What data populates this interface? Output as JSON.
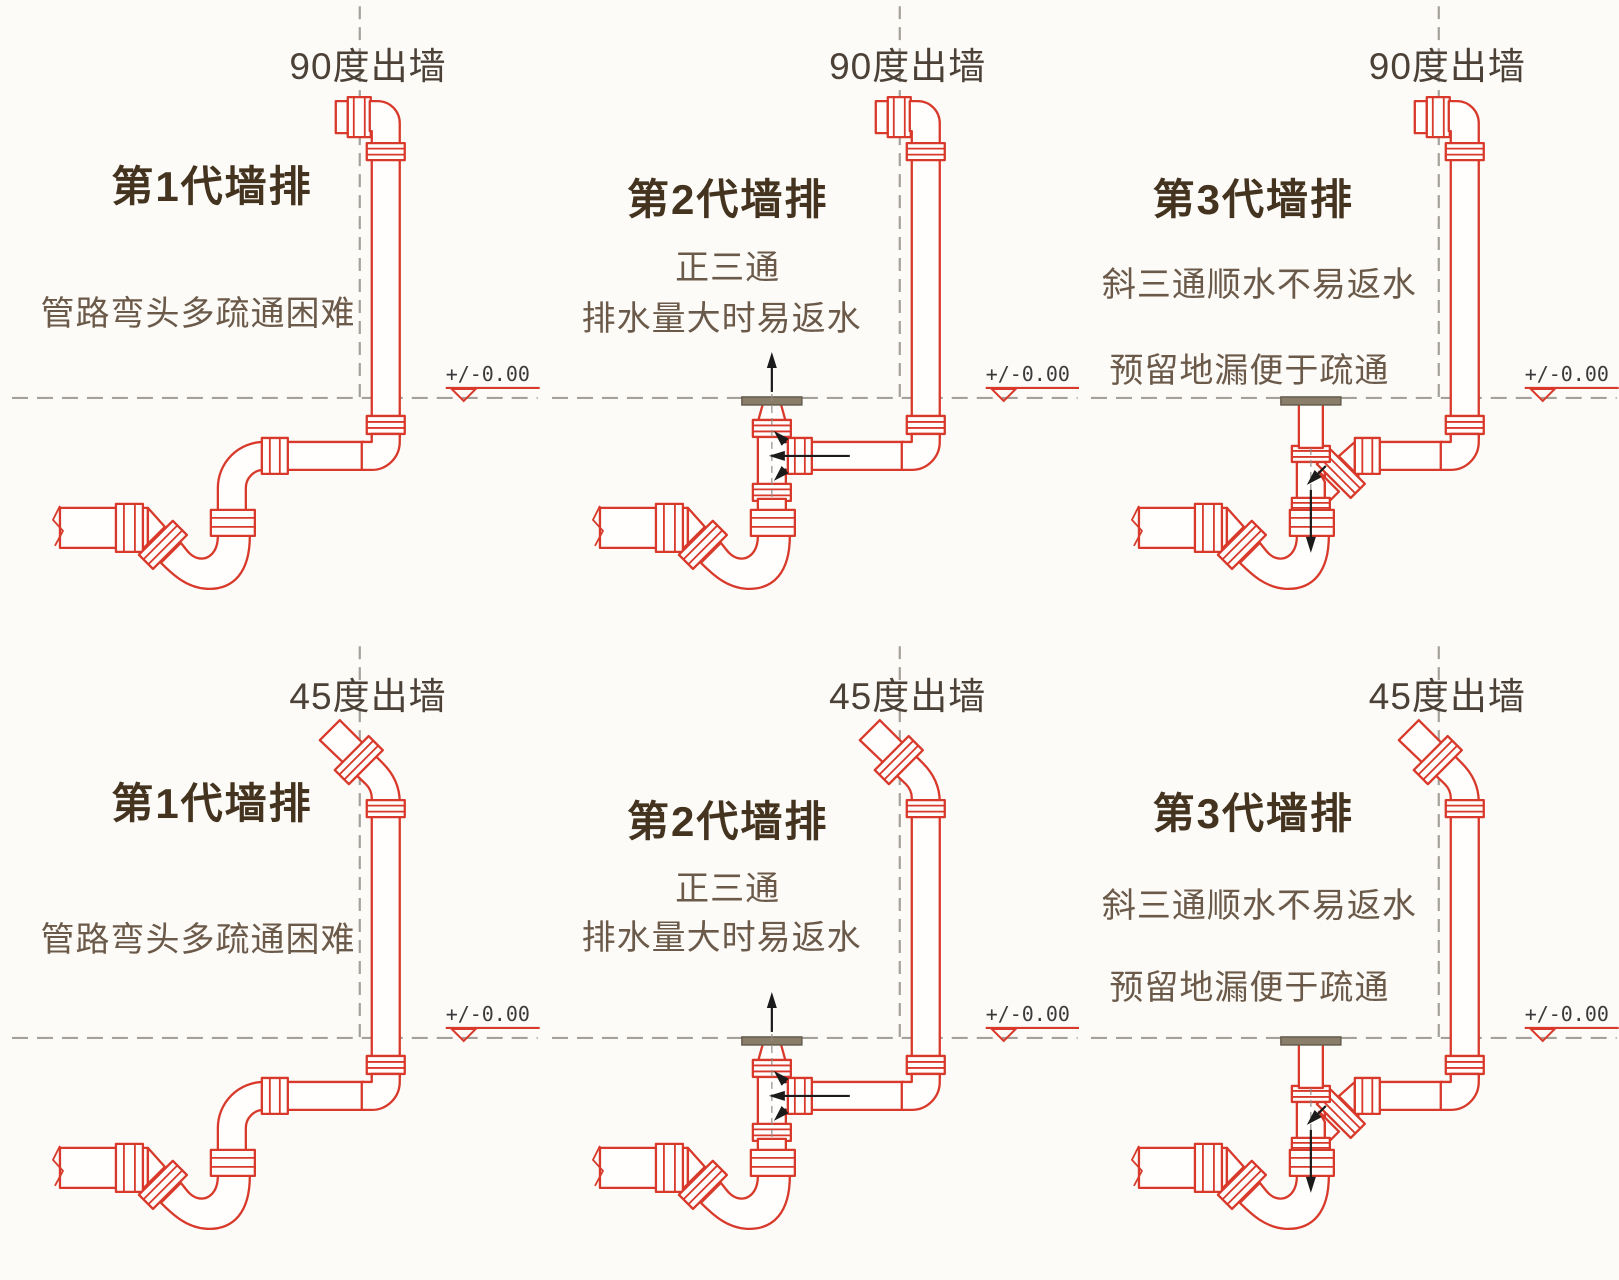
{
  "colors": {
    "pipe_red": "#d8392a",
    "arrow_black": "#1b1b1b",
    "dash_gray": "#a5a19a",
    "title_brown": "#43331f",
    "desc_brown": "#6b5a49",
    "angle_label_brown": "#4c4137",
    "marker_text_gray": "#3b3b3b",
    "background": "#fcfbf8"
  },
  "panels": [
    {
      "angle_label": "90度出墙",
      "title": "第1代墙排",
      "desc_lines": [
        "管路弯头多疏通困难"
      ],
      "level_label": "+/-0.00"
    },
    {
      "angle_label": "90度出墙",
      "title": "第2代墙排",
      "desc_lines": [
        "正三通",
        "排水量大时易返水"
      ],
      "level_label": "+/-0.00"
    },
    {
      "angle_label": "90度出墙",
      "title": "第3代墙排",
      "desc_lines": [
        "斜三通顺水不易返水",
        "预留地漏便于疏通"
      ],
      "level_label": "+/-0.00"
    },
    {
      "angle_label": "45度出墙",
      "title": "第1代墙排",
      "desc_lines": [
        "管路弯头多疏通困难"
      ],
      "level_label": "+/-0.00"
    },
    {
      "angle_label": "45度出墙",
      "title": "第2代墙排",
      "desc_lines": [
        "正三通",
        "排水量大时易返水"
      ],
      "level_label": "+/-0.00"
    },
    {
      "angle_label": "45度出墙",
      "title": "第3代墙排",
      "desc_lines": [
        "斜三通顺水不易返水",
        "预留地漏便于疏通"
      ],
      "level_label": "+/-0.00"
    }
  ]
}
